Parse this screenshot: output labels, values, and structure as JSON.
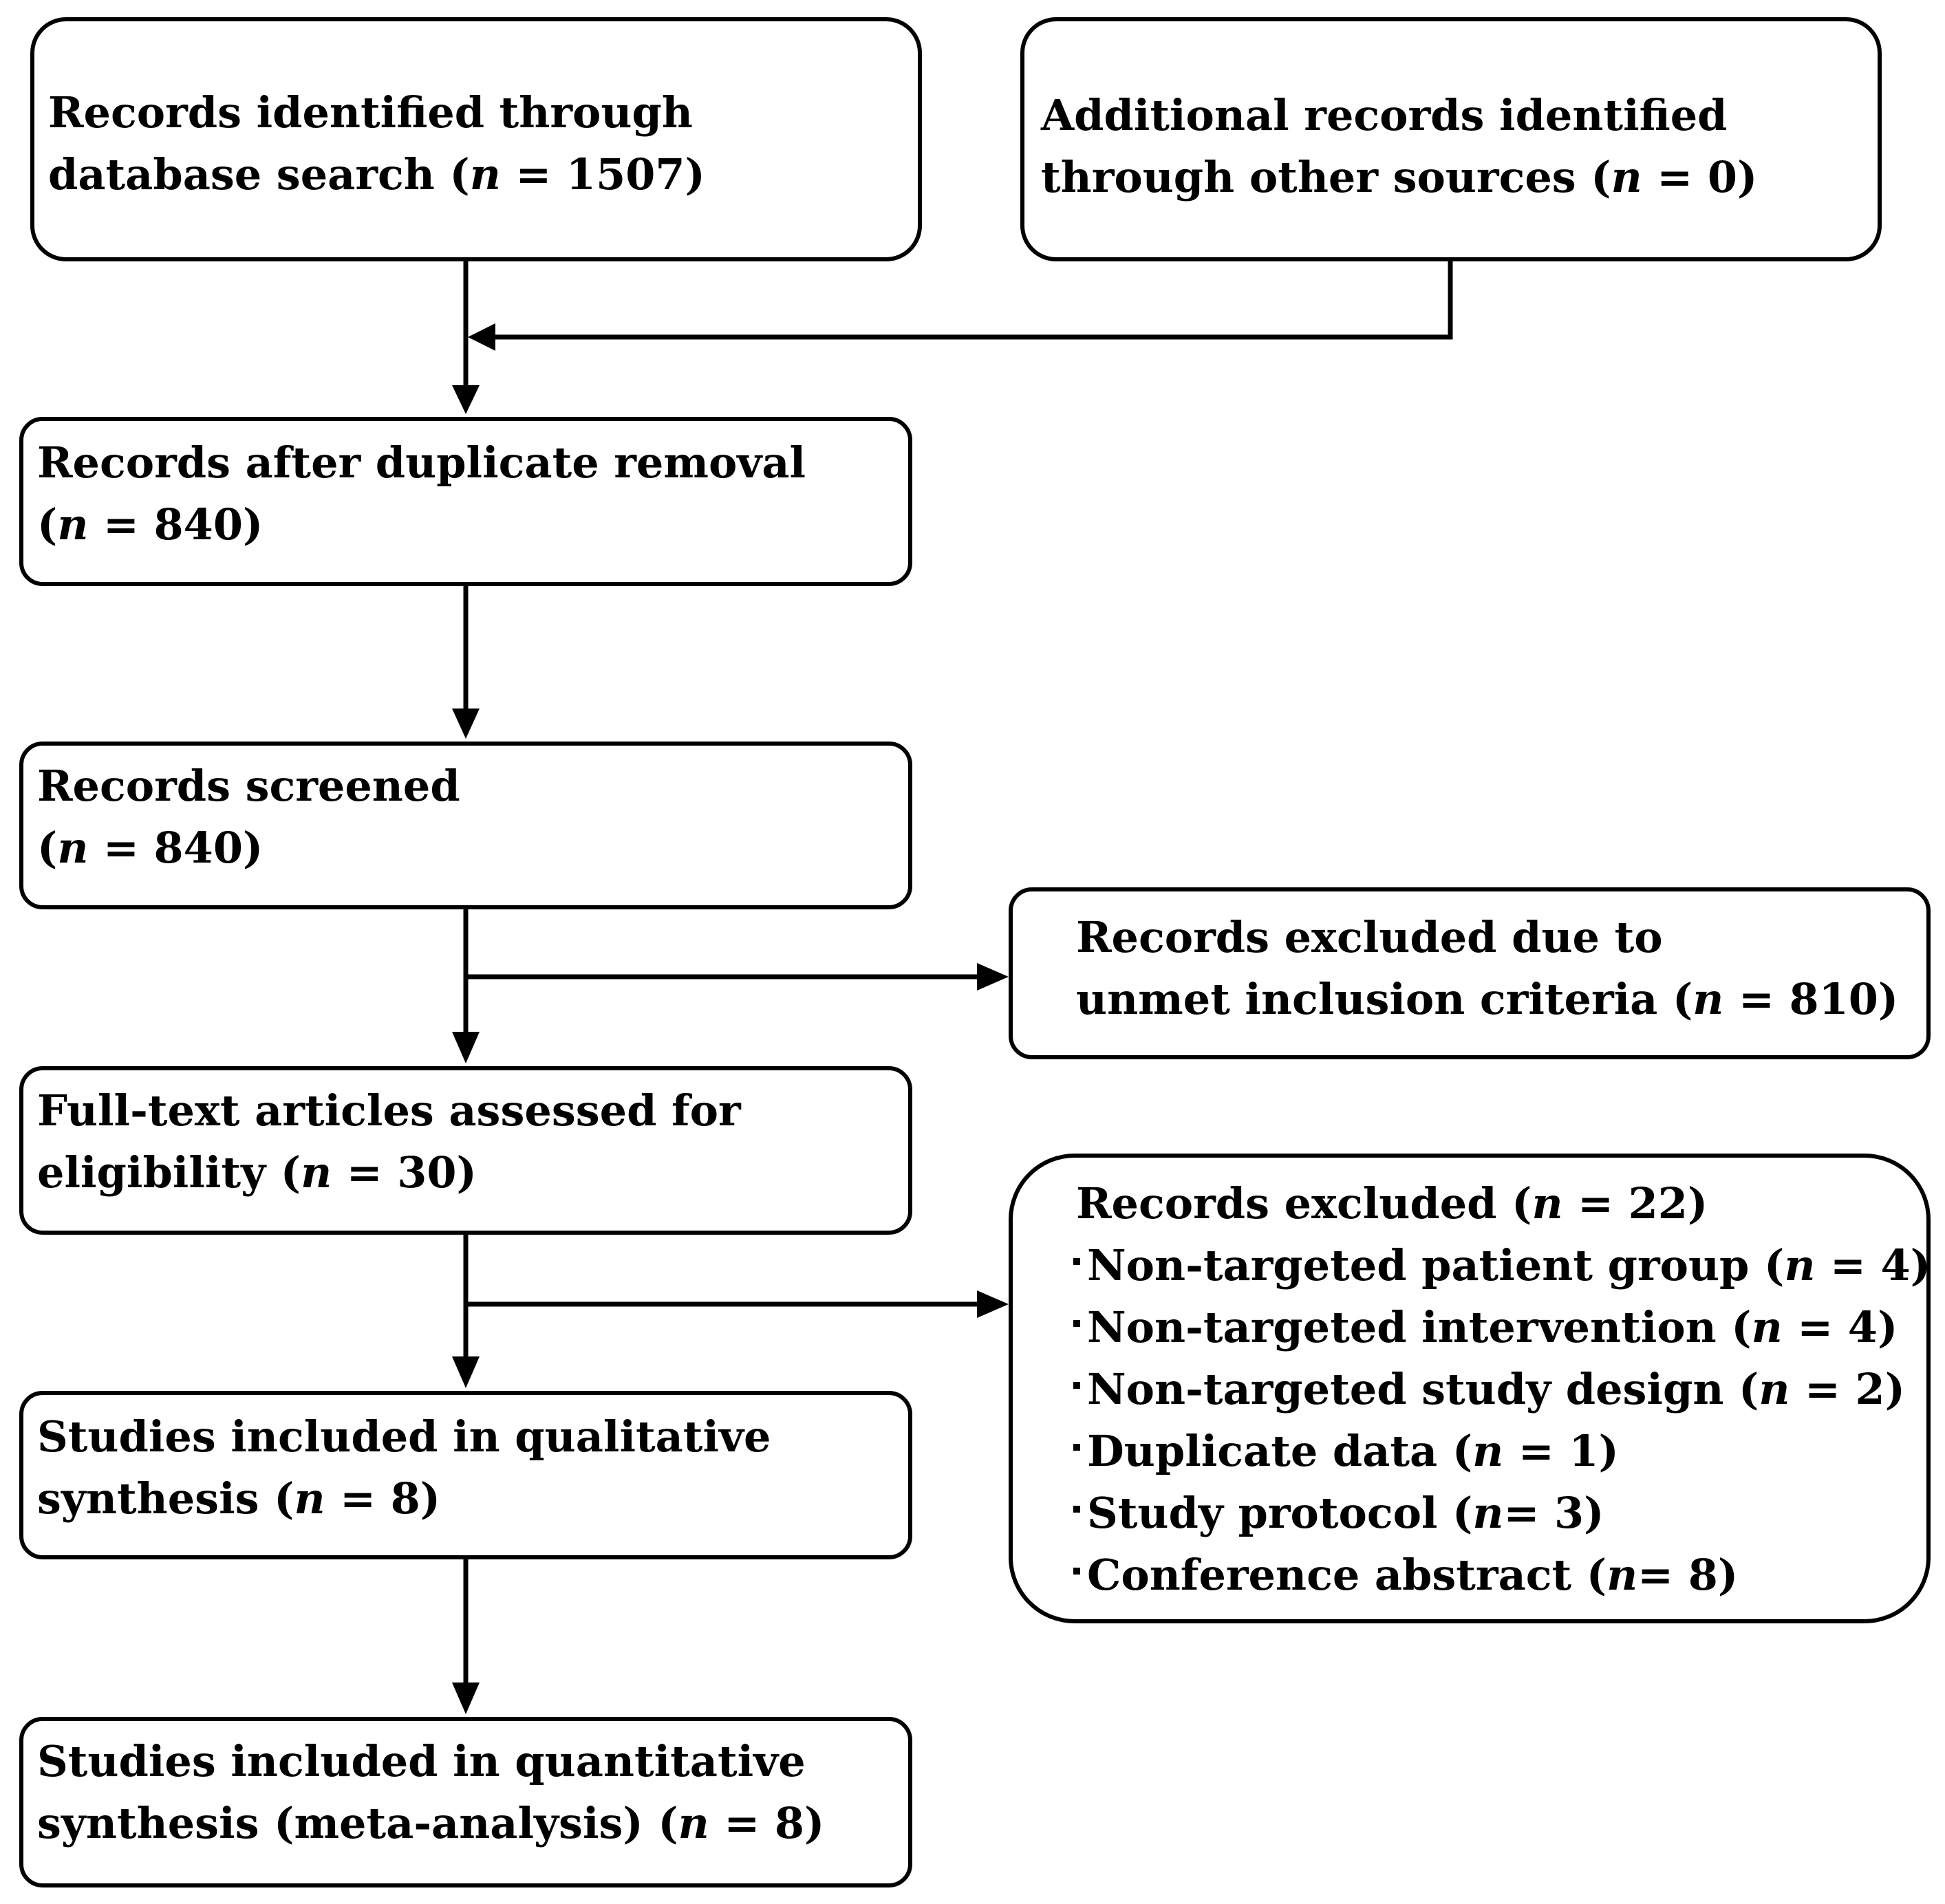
{
  "nodes": {
    "db_search": {
      "lines": [
        "Records identified through",
        "database search ("
      ],
      "n_var": "n",
      "n_tail": " = 1507)"
    },
    "other_sources": {
      "lines": [
        "Additional records identified",
        "through other sources ("
      ],
      "n_var": "n",
      "n_tail": " = 0)"
    },
    "dup_removal": {
      "lines": [
        "Records after duplicate removal",
        "("
      ],
      "n_var": "n",
      "n_tail": " = 840)"
    },
    "screened": {
      "lines": [
        "Records screened",
        "("
      ],
      "n_var": "n",
      "n_tail": " = 840)"
    },
    "excluded_criteria": {
      "lines": [
        "Records excluded due to",
        "unmet inclusion criteria ("
      ],
      "n_var": "n",
      "n_tail": " = 810)"
    },
    "full_text": {
      "lines": [
        "Full-text articles assessed for",
        "eligibility ("
      ],
      "n_var": "n",
      "n_tail": " = 30)"
    },
    "excluded_records": {
      "title_pre": "Records excluded (",
      "n_var": "n",
      "title_tail": " = 22)",
      "items": [
        {
          "pre": "Non-targeted patient group (",
          "n": "n",
          "tail": " = 4)"
        },
        {
          "pre": "Non-targeted intervention (",
          "n": "n",
          "tail": " = 4)"
        },
        {
          "pre": "Non-targeted study design (",
          "n": "n",
          "tail": " = 2)"
        },
        {
          "pre": "Duplicate data (",
          "n": "n",
          "tail": " = 1)"
        },
        {
          "pre": "Study protocol (",
          "n": "n",
          "tail": "= 3)"
        },
        {
          "pre": "Conference abstract (",
          "n": "n",
          "tail": "= 8)"
        }
      ]
    },
    "qualitative": {
      "lines": [
        "Studies included in qualitative",
        "synthesis ("
      ],
      "n_var": "n",
      "n_tail": " = 8)"
    },
    "quantitative": {
      "lines": [
        "Studies included in quantitative",
        "synthesis (meta-analysis) ("
      ],
      "n_var": "n",
      "n_tail": " = 8)"
    }
  }
}
